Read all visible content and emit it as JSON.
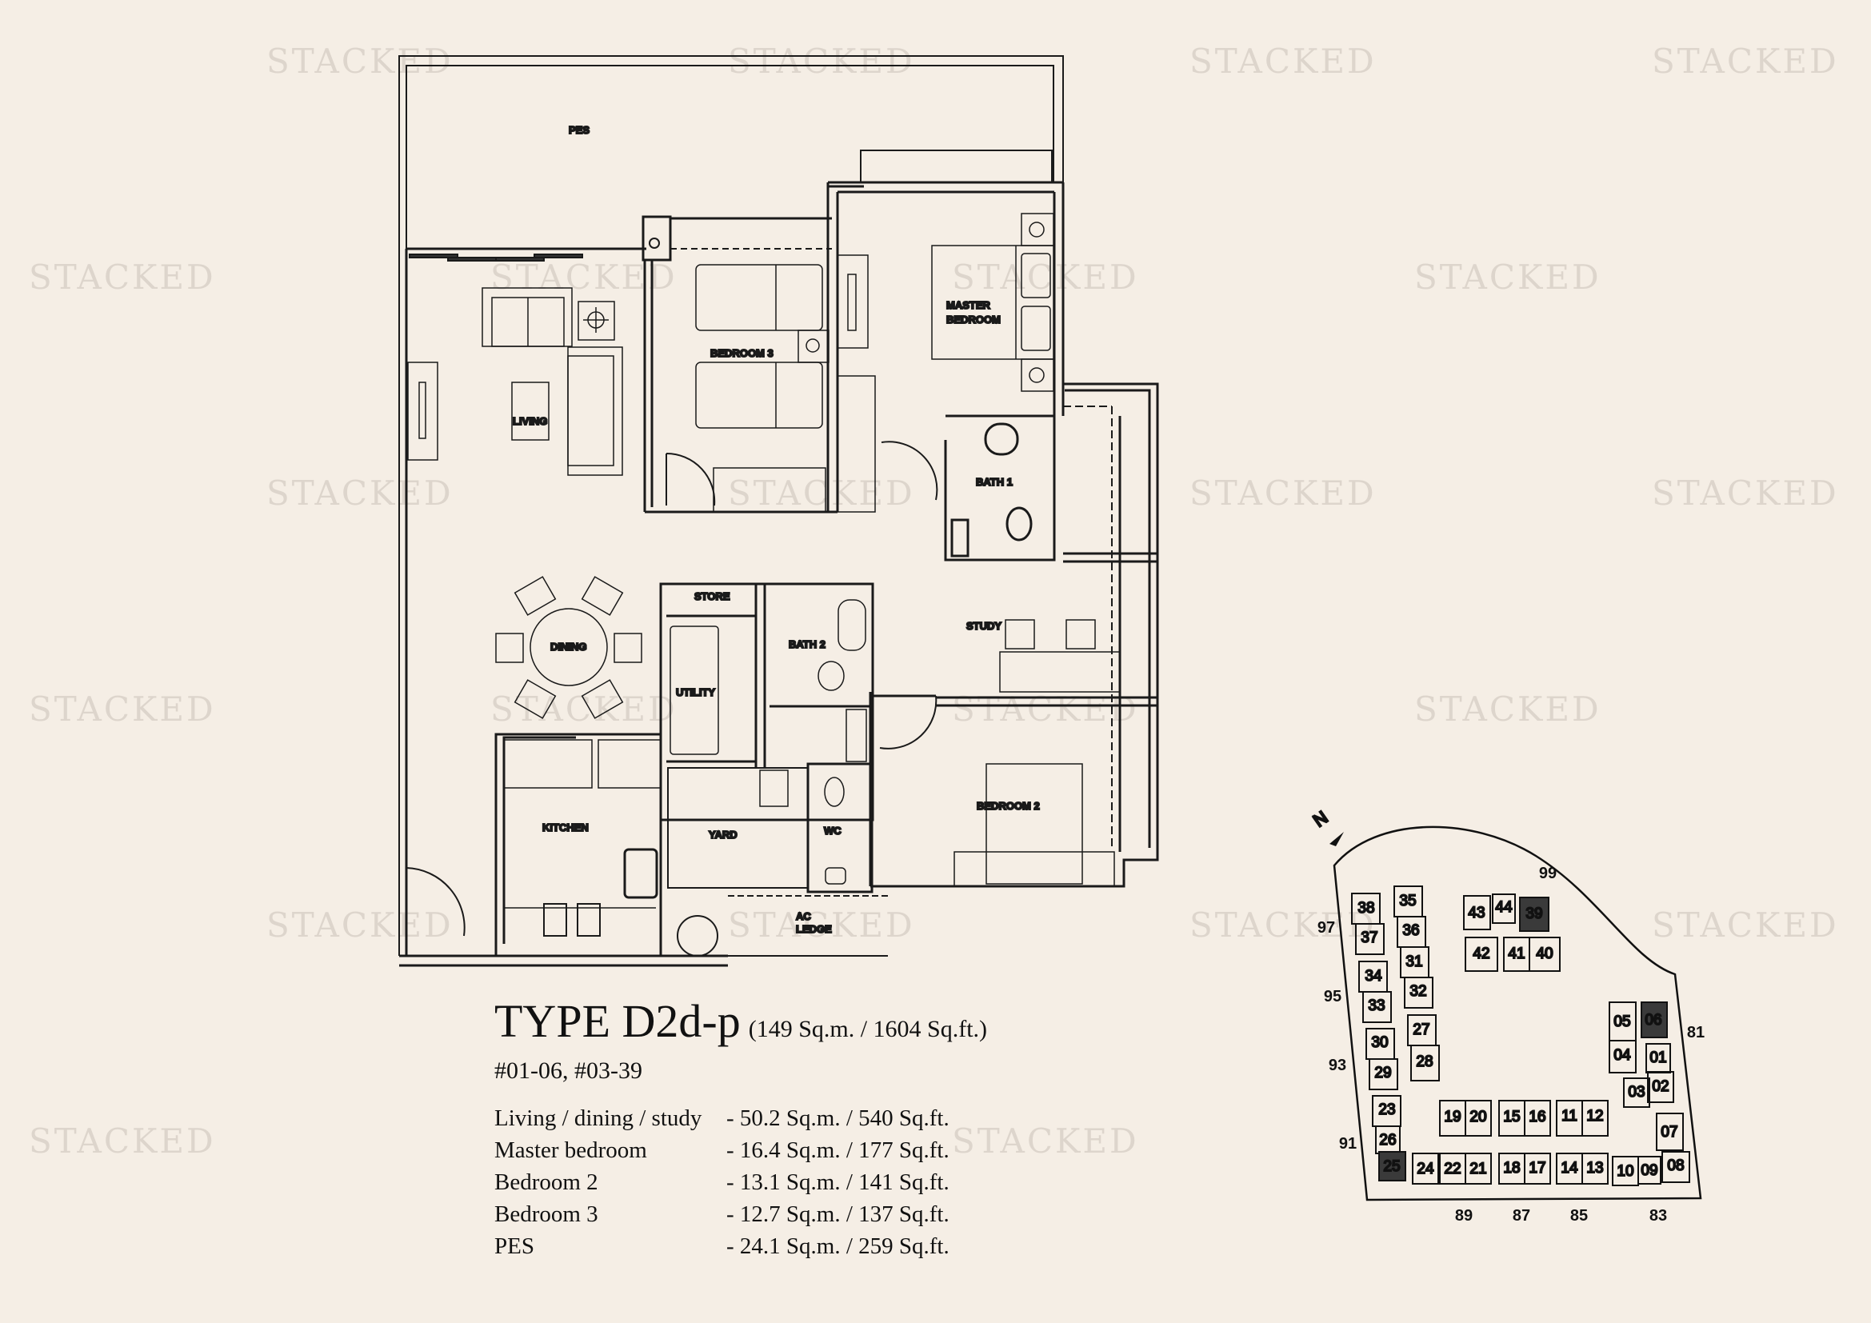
{
  "watermark": {
    "text": "STACKED",
    "color": "#ddd5cc"
  },
  "colors": {
    "background": "#f5eee5",
    "line": "#1a1a1a",
    "highlight": "#3a3a3a"
  },
  "floor_plan": {
    "rooms": [
      {
        "id": "pes",
        "label": "PES"
      },
      {
        "id": "living",
        "label": "LIVING"
      },
      {
        "id": "bedroom3",
        "label": "BEDROOM 3"
      },
      {
        "id": "master_line1",
        "label": "MASTER"
      },
      {
        "id": "master_line2",
        "label": "BEDROOM"
      },
      {
        "id": "bath1",
        "label": "BATH 1"
      },
      {
        "id": "dining",
        "label": "DINING"
      },
      {
        "id": "store",
        "label": "STORE"
      },
      {
        "id": "utility",
        "label": "UTILITY"
      },
      {
        "id": "bath2",
        "label": "BATH 2"
      },
      {
        "id": "study",
        "label": "STUDY"
      },
      {
        "id": "kitchen",
        "label": "KITCHEN"
      },
      {
        "id": "yard",
        "label": "YARD"
      },
      {
        "id": "wc",
        "label": "WC"
      },
      {
        "id": "bedroom2",
        "label": "BEDROOM 2"
      },
      {
        "id": "ac_line1",
        "label": "AC"
      },
      {
        "id": "ac_line2",
        "label": "LEDGE"
      }
    ]
  },
  "unit_info": {
    "type_title": "TYPE D2d-p",
    "total_area": "(149 Sq.m. / 1604 Sq.ft.)",
    "units": "#01-06, #03-39",
    "areas": [
      {
        "room": "Living / dining / study",
        "area": "- 50.2 Sq.m. / 540 Sq.ft."
      },
      {
        "room": "Master bedroom",
        "area": "- 16.4 Sq.m. / 177 Sq.ft."
      },
      {
        "room": "Bedroom 2",
        "area": "- 13.1 Sq.m. / 141 Sq.ft."
      },
      {
        "room": "Bedroom 3",
        "area": "- 12.7 Sq.m. / 137 Sq.ft."
      },
      {
        "room": "PES",
        "area": "- 24.1 Sq.m. / 259 Sq.ft."
      }
    ]
  },
  "site_plan": {
    "north_label": "N",
    "highlighted_units": [
      "06",
      "25",
      "39"
    ],
    "roads": [
      "99",
      "97",
      "95",
      "93",
      "91",
      "89",
      "87",
      "85",
      "83",
      "81"
    ],
    "blocks": [
      "38",
      "35",
      "37",
      "36",
      "34",
      "31",
      "33",
      "32",
      "30",
      "27",
      "29",
      "28",
      "23",
      "26",
      "25",
      "24",
      "22",
      "21",
      "19",
      "20",
      "18",
      "17",
      "15",
      "16",
      "14",
      "13",
      "11",
      "12",
      "10",
      "09",
      "08",
      "07",
      "05",
      "06",
      "04",
      "01",
      "03",
      "02",
      "43",
      "44",
      "39",
      "42",
      "41",
      "40"
    ]
  }
}
